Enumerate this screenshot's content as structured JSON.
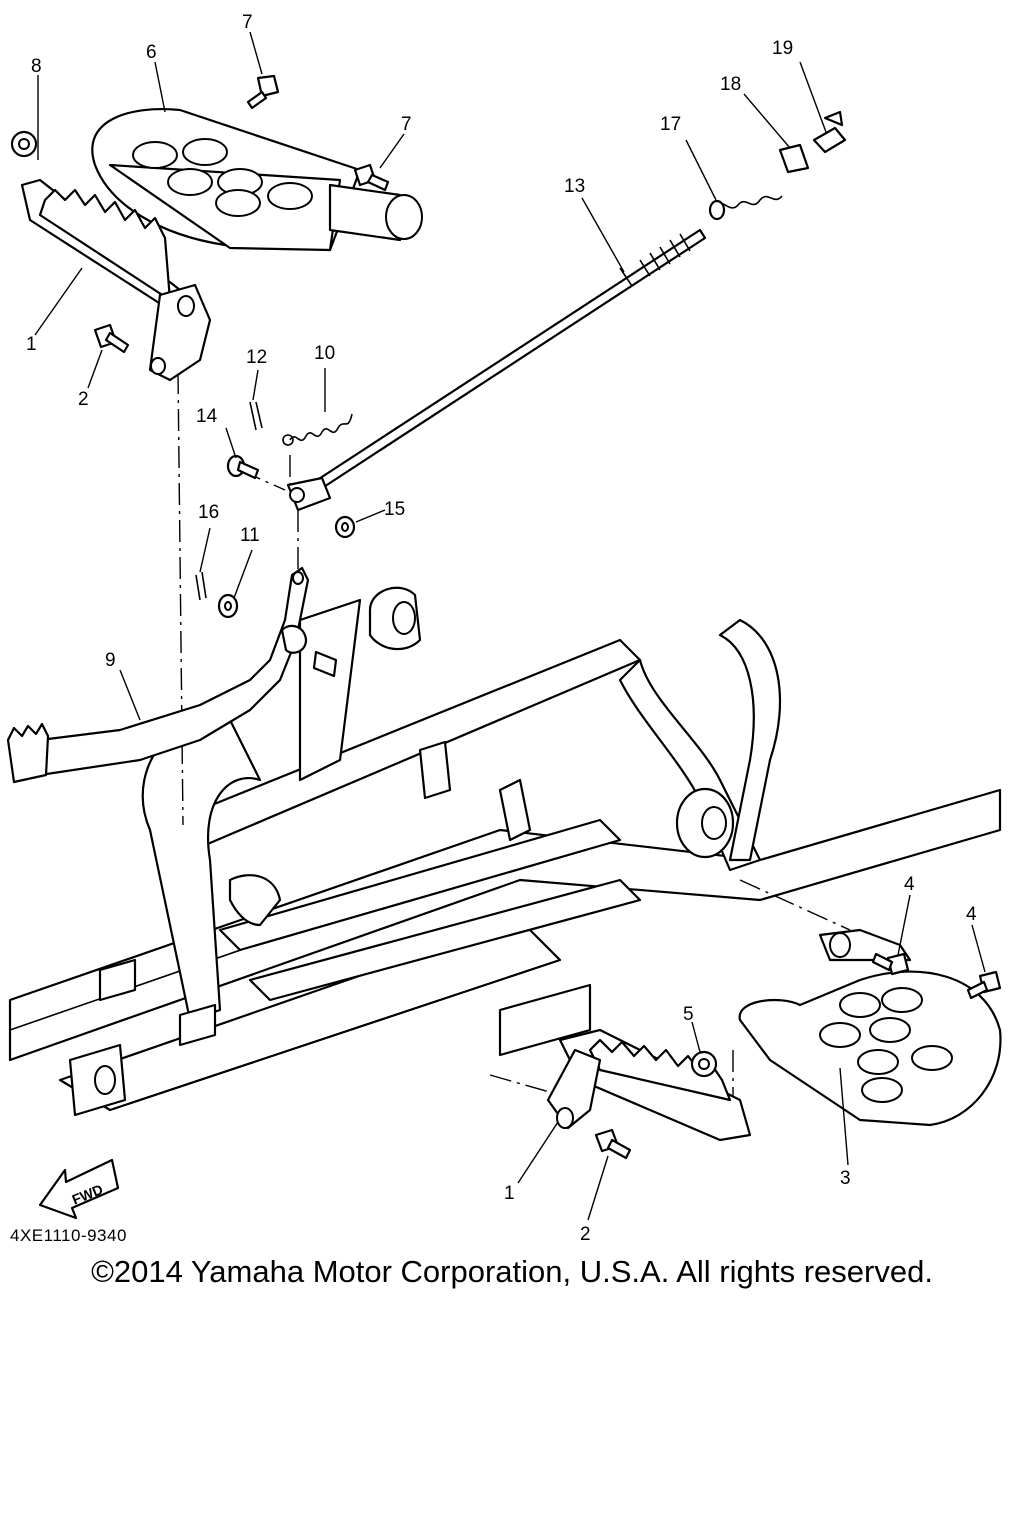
{
  "diagram": {
    "code": "4XE1110-9340",
    "copyright": "©2014 Yamaha Motor Corporation, U.S.A. All rights reserved.",
    "fwd_label": "FWD",
    "callouts": {
      "c1a": "1",
      "c1b": "1",
      "c2a": "2",
      "c2b": "2",
      "c3": "3",
      "c4a": "4",
      "c4b": "4",
      "c5": "5",
      "c6": "6",
      "c7a": "7",
      "c7b": "7",
      "c8": "8",
      "c9": "9",
      "c10": "10",
      "c11": "11",
      "c12": "12",
      "c13": "13",
      "c14": "14",
      "c15": "15",
      "c16": "16",
      "c17": "17",
      "c18": "18",
      "c19": "19"
    }
  }
}
